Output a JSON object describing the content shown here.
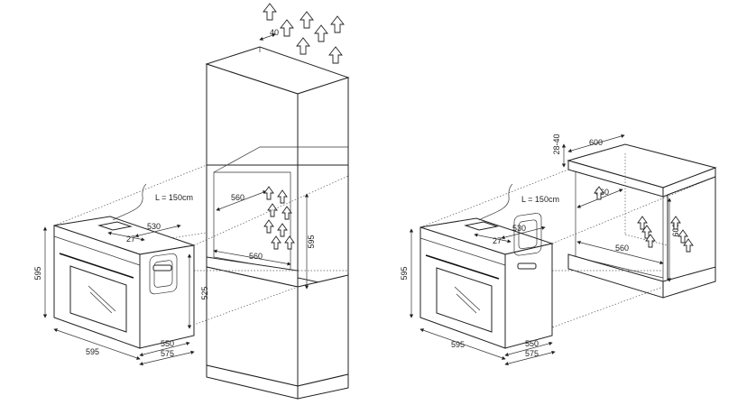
{
  "left_installation": {
    "oven": {
      "height": "595",
      "width": "595",
      "depth_550": "550",
      "depth_575": "575",
      "top_530": "530",
      "top_27": "27",
      "side_525": "525",
      "cable": "L = 150cm"
    },
    "column_cabinet": {
      "vent_gap": "40",
      "niche_depth": "560",
      "niche_width": "560",
      "niche_height": "595"
    }
  },
  "right_installation": {
    "oven": {
      "height": "595",
      "width": "595",
      "depth_550": "550",
      "depth_575": "575",
      "top_530": "530",
      "top_27": "27",
      "cable": "L = 150cm"
    },
    "undercounter_cabinet": {
      "gap": "28-40",
      "top_depth": "600",
      "niche_depth": "560",
      "niche_width": "560",
      "niche_height": "600"
    }
  },
  "icons": {
    "airflow": "up-arrow-icon"
  }
}
